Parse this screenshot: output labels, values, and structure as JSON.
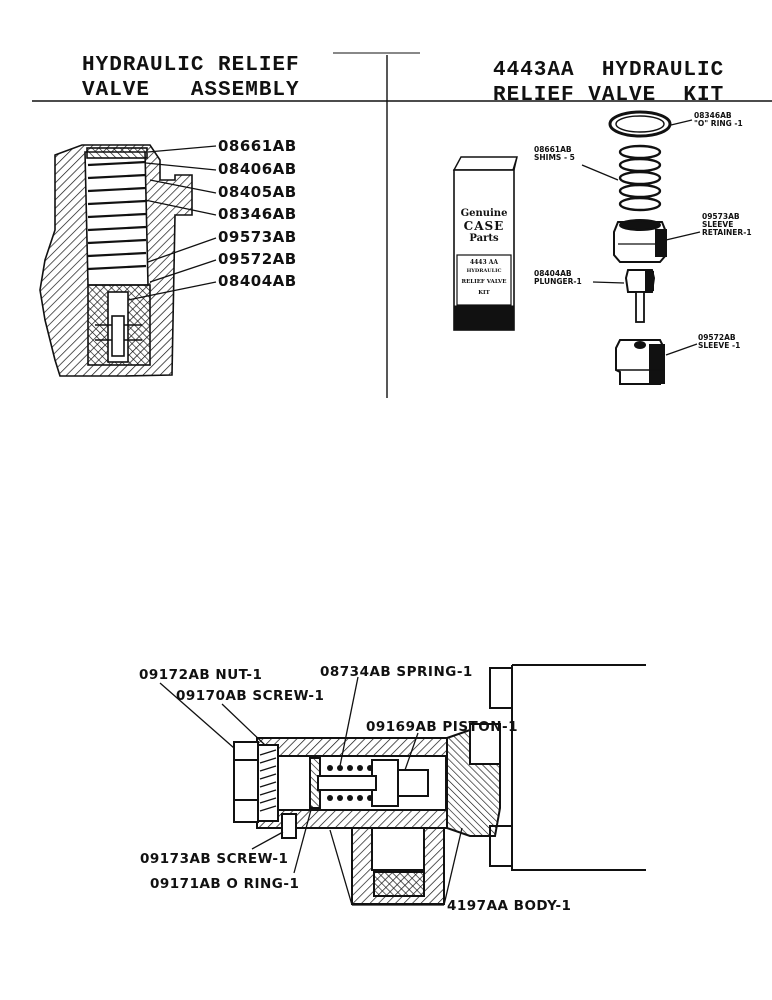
{
  "left_panel": {
    "title_line1": "HYDRAULIC RELIEF",
    "title_line2": "VALVE   ASSEMBLY",
    "labels": [
      "08661AB",
      "08406AB",
      "08405AB",
      "08346AB",
      "09573AB",
      "09572AB",
      "08404AB"
    ]
  },
  "right_panel": {
    "title_line1": "4443AA  HYDRAULIC",
    "title_line2": "RELIEF VALVE  KIT",
    "box": {
      "line1": "Genuine",
      "line2": "CASE",
      "line3": "Parts",
      "line4": "4443 AA",
      "line5": "HYDRAULIC",
      "line6": "RELIEF VALVE",
      "line7": "KIT"
    },
    "parts": {
      "oring": "08346AB\n\"O\" RING -1",
      "shims": "08661AB\nSHIMS - 5",
      "retainer": "09573AB\nSLEEVE\nRETAINER-1",
      "plunger": "08404AB\nPLUNGER-1",
      "sleeve": "09572AB\nSLEEVE -1"
    }
  },
  "bottom_diagram": {
    "nut": "09172AB NUT-1",
    "screw1": "09170AB SCREW-1",
    "spring": "08734AB SPRING-1",
    "piston": "09169AB PISTON-1",
    "screw2": "09173AB SCREW-1",
    "oring": "09171AB O RING-1",
    "body": "4197AA BODY-1"
  }
}
